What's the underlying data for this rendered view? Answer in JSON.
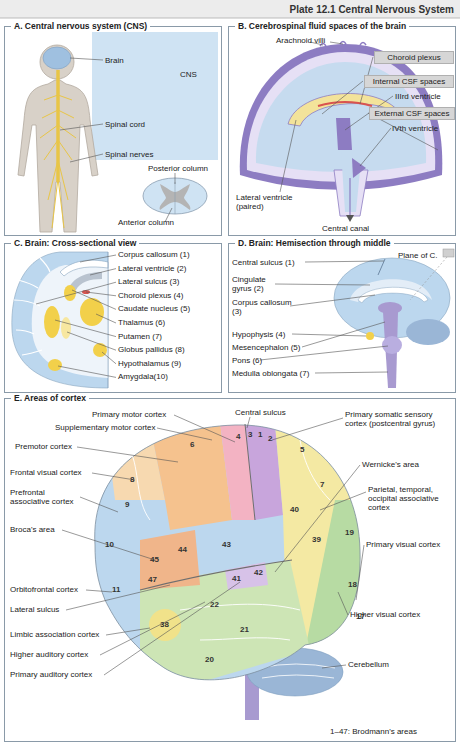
{
  "diagram": {
    "title": "Plate 12.1 Central Nervous System",
    "nodes": [
      {
        "text": [
          "A. Central nervous system (CNS)"
        ]
      },
      {
        "text": [
          "B. Cerebrospinal fluid spaces of the brain"
        ]
      },
      {
        "text": [
          "Choroid plexus"
        ],
        "in": 1
      },
      {
        "text": [
          "Internal CSF spaces"
        ],
        "in": 1
      },
      {
        "text": [
          "External CSF spaces"
        ],
        "in": 1
      },
      {
        "text": [
          "C. Brain: Cross-sectional view"
        ]
      },
      {
        "text": [
          "D. Brain: Hemisection through middle"
        ]
      },
      {
        "text": [
          "E. Areas of cortex"
        ]
      }
    ],
    "labels": [
      "Brain",
      "CNS",
      "Spinal cord",
      "Spinal nerves",
      "Posterior column",
      "Anterior column",
      "Arachnoid villi",
      "IIIrd ventricle",
      "IVth ventricle",
      "Lateral ventricle (paired)",
      "Central canal",
      "Corpus callosum (1)",
      "Lateral ventricle (2)",
      "Lateral sulcus (3)",
      "Choroid plexus (4)",
      "Caudate nucleus (5)",
      "Thalamus (6)",
      "Putamen (7)",
      "Globus pallidus (8)",
      "Hypothalamus (9)",
      "Amygdala(10)",
      "Central sulcus (1)",
      "Cingulate gyrus (2)",
      "Corpus callosum (3)",
      "Hypophysis (4)",
      "Mesencephalon (5)",
      "Pons (6)",
      "Medulla oblongata (7)",
      "Plane of C.",
      "Primary motor cortex",
      "Supplementary motor cortex",
      "Premotor cortex",
      "Frontal visual cortex",
      "Prefrontal associative cortex",
      "Broca's area",
      "Orbitofrontal cortex",
      "Lateral sulcus",
      "Limbic association cortex",
      "Higher auditory cortex",
      "Primary auditory cortex",
      "Central sulcus",
      "Primary somatic sensory cortex (postcentral gyrus)",
      "Wernicke's area",
      "Parietal, temporal, occipital associative cortex",
      "Primary visual cortex",
      "Higher visual cortex",
      "Cerebellum",
      "1–47: Brodmann's areas",
      "6",
      "4",
      "3",
      "1",
      "2",
      "5",
      "8",
      "7",
      "9",
      "40",
      "10",
      "45",
      "44",
      "43",
      "41",
      "42",
      "39",
      "19",
      "22",
      "47",
      "11",
      "21",
      "18",
      "17",
      "38",
      "20"
    ]
  }
}
